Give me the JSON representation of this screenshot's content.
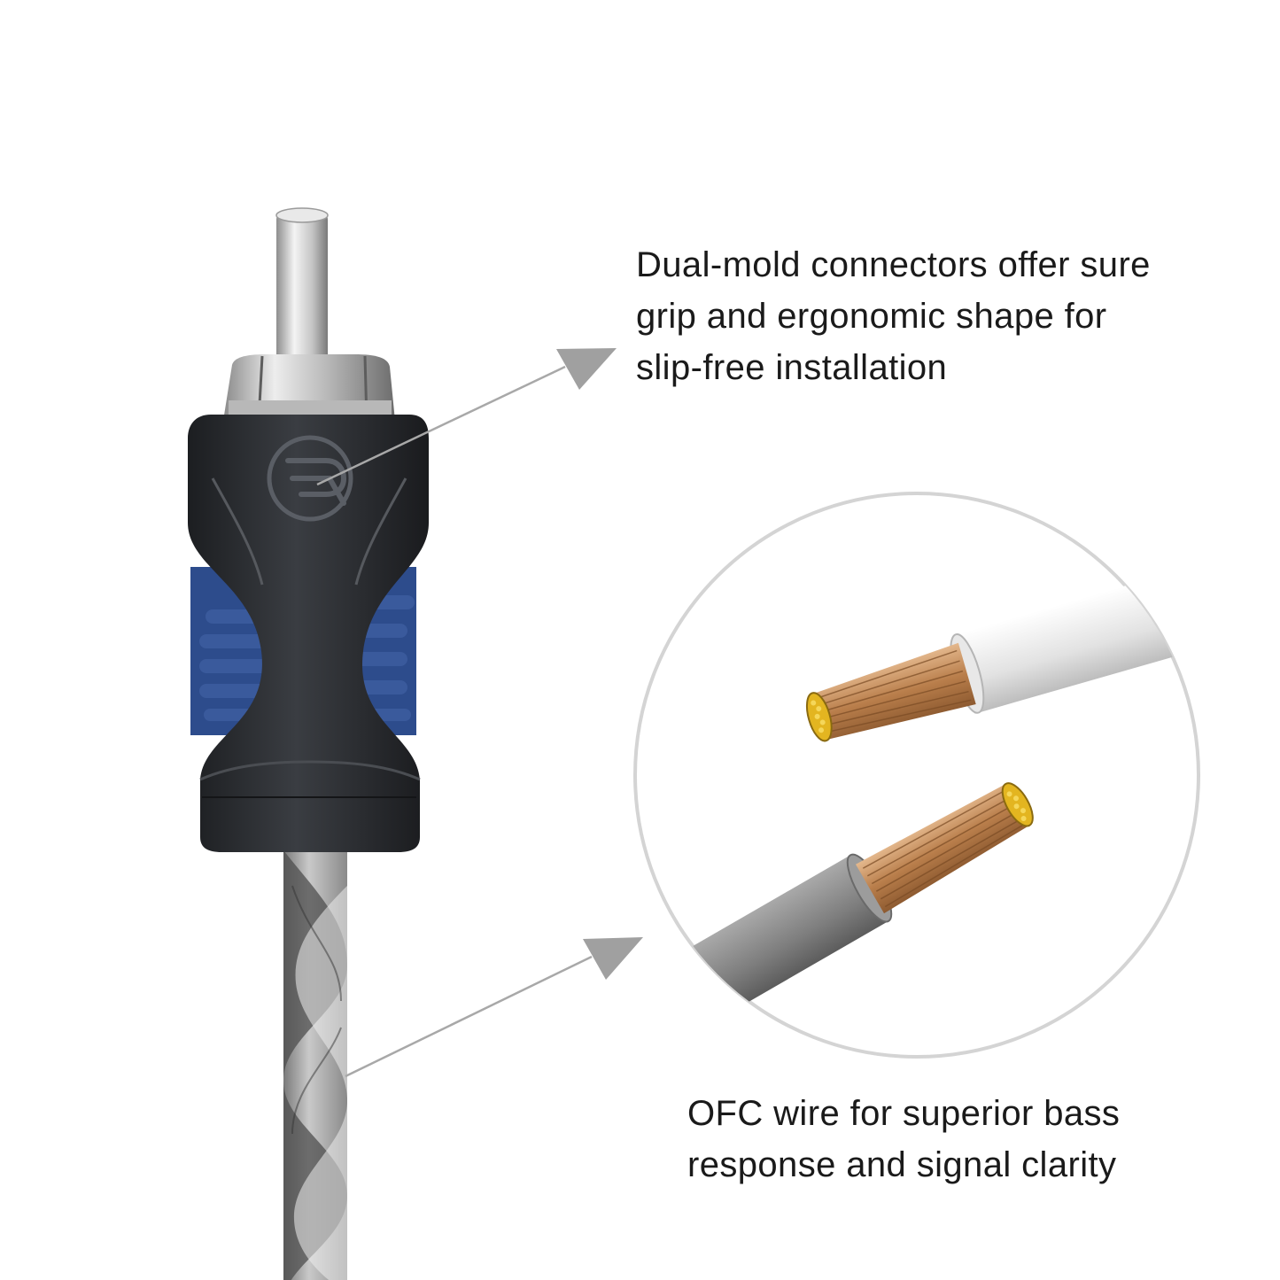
{
  "callouts": {
    "connector": {
      "lines": [
        "Dual-mold connectors offer sure",
        "grip and ergonomic shape for",
        "slip-free installation"
      ]
    },
    "wire": {
      "lines": [
        "OFC wire for superior bass",
        "response and signal clarity"
      ]
    }
  },
  "illustration": {
    "connector_icon": "rca-plug-icon",
    "logo_icon": "brand-logo-icon",
    "wire_icon": "stranded-copper-wire-icon",
    "arrow_icon": "arrow-icon"
  },
  "colors": {
    "background": "#ffffff",
    "text": "#1a1a1a",
    "connector_body": "#2a2d31",
    "grip_accent": "#3a5a9c",
    "cable_light": "#d6d6d6",
    "cable_dark": "#5f5f5f",
    "copper": "#c9955f",
    "strand_tips": "#e3b520",
    "arrow": "#a0a0a0",
    "circle_outline": "#d4d4d4"
  }
}
